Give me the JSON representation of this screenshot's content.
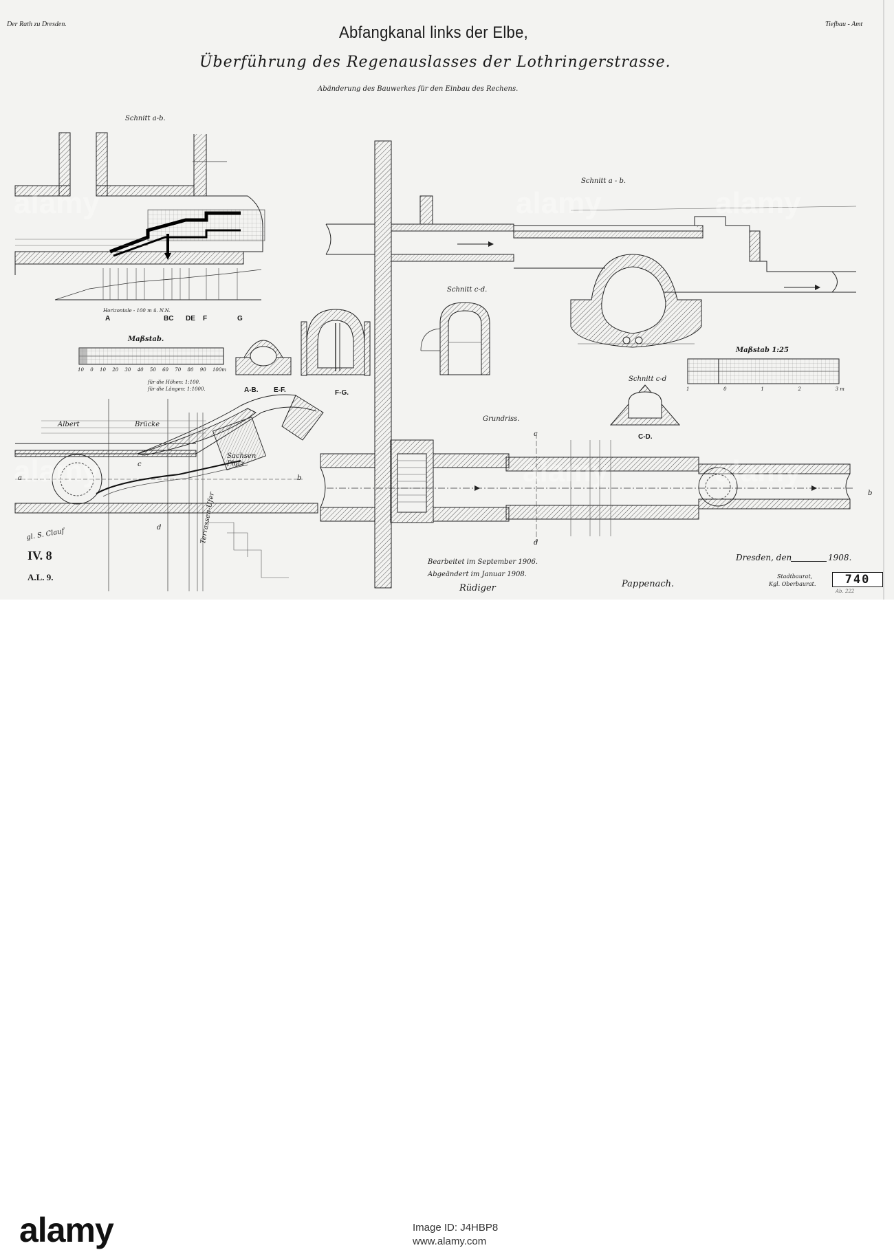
{
  "corner_left": "Der Rath zu Dresden.",
  "corner_right": "Tiefbau - Amt",
  "title": "Abfangkanal links der Elbe,",
  "subtitle": "Überführung des Regenauslasses der Lothringerstrasse.",
  "subtitle2": "Abänderung des Bauwerkes für den Einbau des Rechens.",
  "labels": {
    "schnitt_ab_left": "Schnitt a-b.",
    "schnitt_ab_right": "Schnitt a - b.",
    "schnitt_cd": "Schnitt c-d.",
    "schnitt_cd_small": "Schnitt c-d",
    "massstab_left": "Maßstab.",
    "massstab_right": "Maßstab 1:25",
    "grundriss": "Grundriss.",
    "horizontale": "Horizontale - 100 m ü. N.N.",
    "scale_hoehen": "für die Höhen: 1:100.",
    "scale_laengen": "für die Längen: 1:1000.",
    "street_albert": "Albert",
    "street_brucke": "Brücke",
    "platz": "Sachsen Platz",
    "street_vert": "Terrassen-Ufer",
    "marker_a": "a",
    "marker_b": "b",
    "marker_c": "c",
    "marker_d": "d"
  },
  "profile_letters": [
    "A",
    "BC",
    "DE",
    "F",
    "G"
  ],
  "section_captions": {
    "ab": "A-B.",
    "ef": "E-F.",
    "fg": "F-G.",
    "cd": "C-D."
  },
  "scale_ticks_left": [
    "10",
    "0",
    "10",
    "20",
    "30",
    "40",
    "50",
    "60",
    "70",
    "80",
    "90",
    "100m"
  ],
  "scale_ticks_right": [
    "1",
    "0",
    "1",
    "2",
    "3 m"
  ],
  "sheet_ids": {
    "roman": "IV. 8",
    "al": "A.L. 9.",
    "number": "740"
  },
  "handwriting_left": "gl. S. Clauf",
  "dates": {
    "bearbeitet": "Bearbeitet im September 1906.",
    "abgeaendert": "Abgeändert im Januar 1908.",
    "dresden": "Dresden, den",
    "year": "1908."
  },
  "signatures": {
    "left": "Rüdiger",
    "middle": "Pappenach."
  },
  "authority": {
    "line1": "Stadtbaurat,",
    "line2": "Kgl. Oberbaurat."
  },
  "archive_note": "Ab. 222",
  "watermark": "alamy",
  "footer": {
    "logo": "alamy",
    "image_id": "Image ID: J4HBP8",
    "url": "www.alamy.com"
  }
}
